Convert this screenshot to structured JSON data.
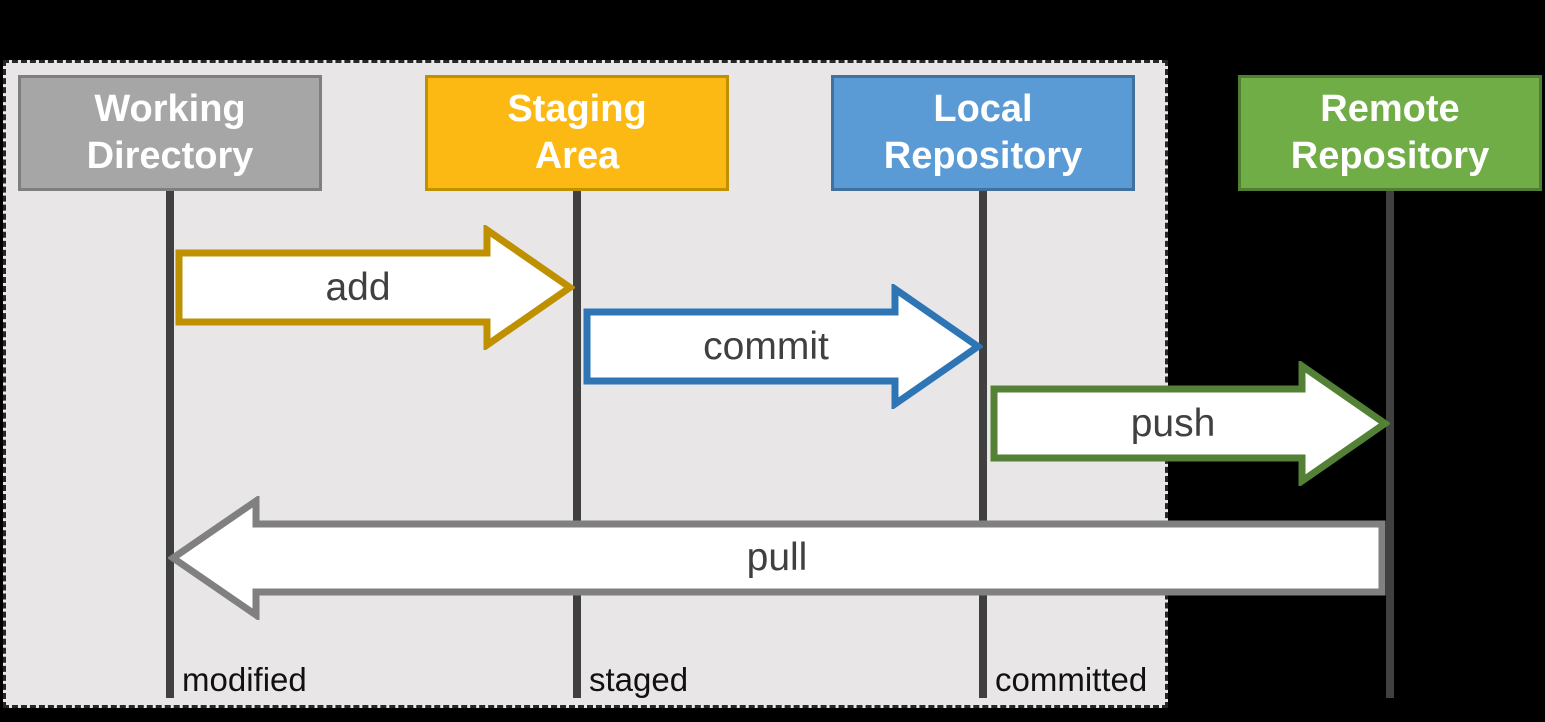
{
  "columns": [
    {
      "id": "working-directory",
      "label": "Working\nDirectory"
    },
    {
      "id": "staging-area",
      "label": "Staging\nArea"
    },
    {
      "id": "local-repository",
      "label": "Local\nRepository"
    },
    {
      "id": "remote-repository",
      "label": "Remote\nRepository"
    }
  ],
  "arrows": [
    {
      "id": "add",
      "label": "add",
      "direction": "right",
      "from": "working-directory",
      "to": "staging-area"
    },
    {
      "id": "commit",
      "label": "commit",
      "direction": "right",
      "from": "staging-area",
      "to": "local-repository"
    },
    {
      "id": "push",
      "label": "push",
      "direction": "right",
      "from": "local-repository",
      "to": "remote-repository"
    },
    {
      "id": "pull",
      "label": "pull",
      "direction": "left",
      "from": "remote-repository",
      "to": "working-directory"
    }
  ],
  "state_labels": [
    {
      "id": "modified",
      "label": "modified"
    },
    {
      "id": "staged",
      "label": "staged"
    },
    {
      "id": "committed",
      "label": "committed"
    }
  ],
  "colors": {
    "background": "#000000",
    "canvas_fill": "#E8E6E6",
    "canvas_border": "#262626",
    "lifeline": "#404040",
    "arrow_fill": "#FFFFFF",
    "arrow_text": "#404040",
    "state_text": "#111111",
    "header_text": "#FFFFFF",
    "wd_fill": "#A6A6A6",
    "wd_border": "#7F7F7F",
    "sa_fill": "#FCB813",
    "sa_border": "#BF9000",
    "lr_fill": "#5B9BD5",
    "lr_border": "#41719C",
    "rr_fill": "#70AD47",
    "rr_border": "#507E32",
    "add_border": "#BF9000",
    "commit_border": "#2E75B6",
    "push_border": "#538135",
    "pull_border": "#808080"
  }
}
